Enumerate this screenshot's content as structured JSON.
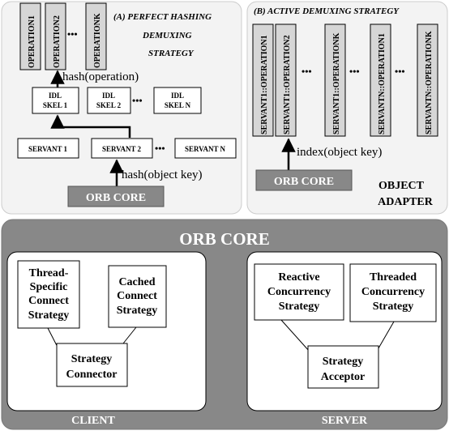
{
  "strategy_a": {
    "title_line1": "(A) PERFECT HASHING",
    "title_line2": "DEMUXING",
    "title_line3": "STRATEGY",
    "operations": [
      "OPERATION1",
      "OPERATION2",
      "OPERATIONK"
    ],
    "hash_operation_label": "hash(operation)",
    "skels": [
      {
        "line1": "IDL",
        "line2": "SKEL 1"
      },
      {
        "line1": "IDL",
        "line2": "SKEL 2"
      },
      {
        "line1": "IDL",
        "line2": "SKEL N"
      }
    ],
    "servants": [
      "SERVANT 1",
      "SERVANT 2",
      "SERVANT N"
    ],
    "hash_key_label": "hash(object key)",
    "orb_core": "ORB CORE",
    "ellipsis": "•••"
  },
  "strategy_b": {
    "title": "(B) ACTIVE DEMUXING STRATEGY",
    "servant_ops": [
      "SERVANT1::OPERATION1",
      "SERVANT1::OPERATION2",
      "SERVANT1::OPERATIONK",
      "SERVANTN::OPERATION1",
      "SERVANTN::OPERATIONK"
    ],
    "index_label": "index(object key)",
    "orb_core": "ORB CORE",
    "adapter_line1": "OBJECT",
    "adapter_line2": "ADAPTER",
    "ellipsis": "•••"
  },
  "orb_core_panel": {
    "title": "ORB CORE",
    "client": {
      "label": "CLIENT",
      "thread_specific": [
        "Thread-",
        "Specific",
        "Connect",
        "Strategy"
      ],
      "cached": [
        "Cached",
        "Connect",
        "Strategy"
      ],
      "connector": [
        "Strategy",
        "Connector"
      ]
    },
    "server": {
      "label": "SERVER",
      "reactive": [
        "Reactive",
        "Concurrency",
        "Strategy"
      ],
      "threaded": [
        "Threaded",
        "Concurrency",
        "Strategy"
      ],
      "acceptor": [
        "Strategy",
        "Acceptor"
      ]
    }
  }
}
